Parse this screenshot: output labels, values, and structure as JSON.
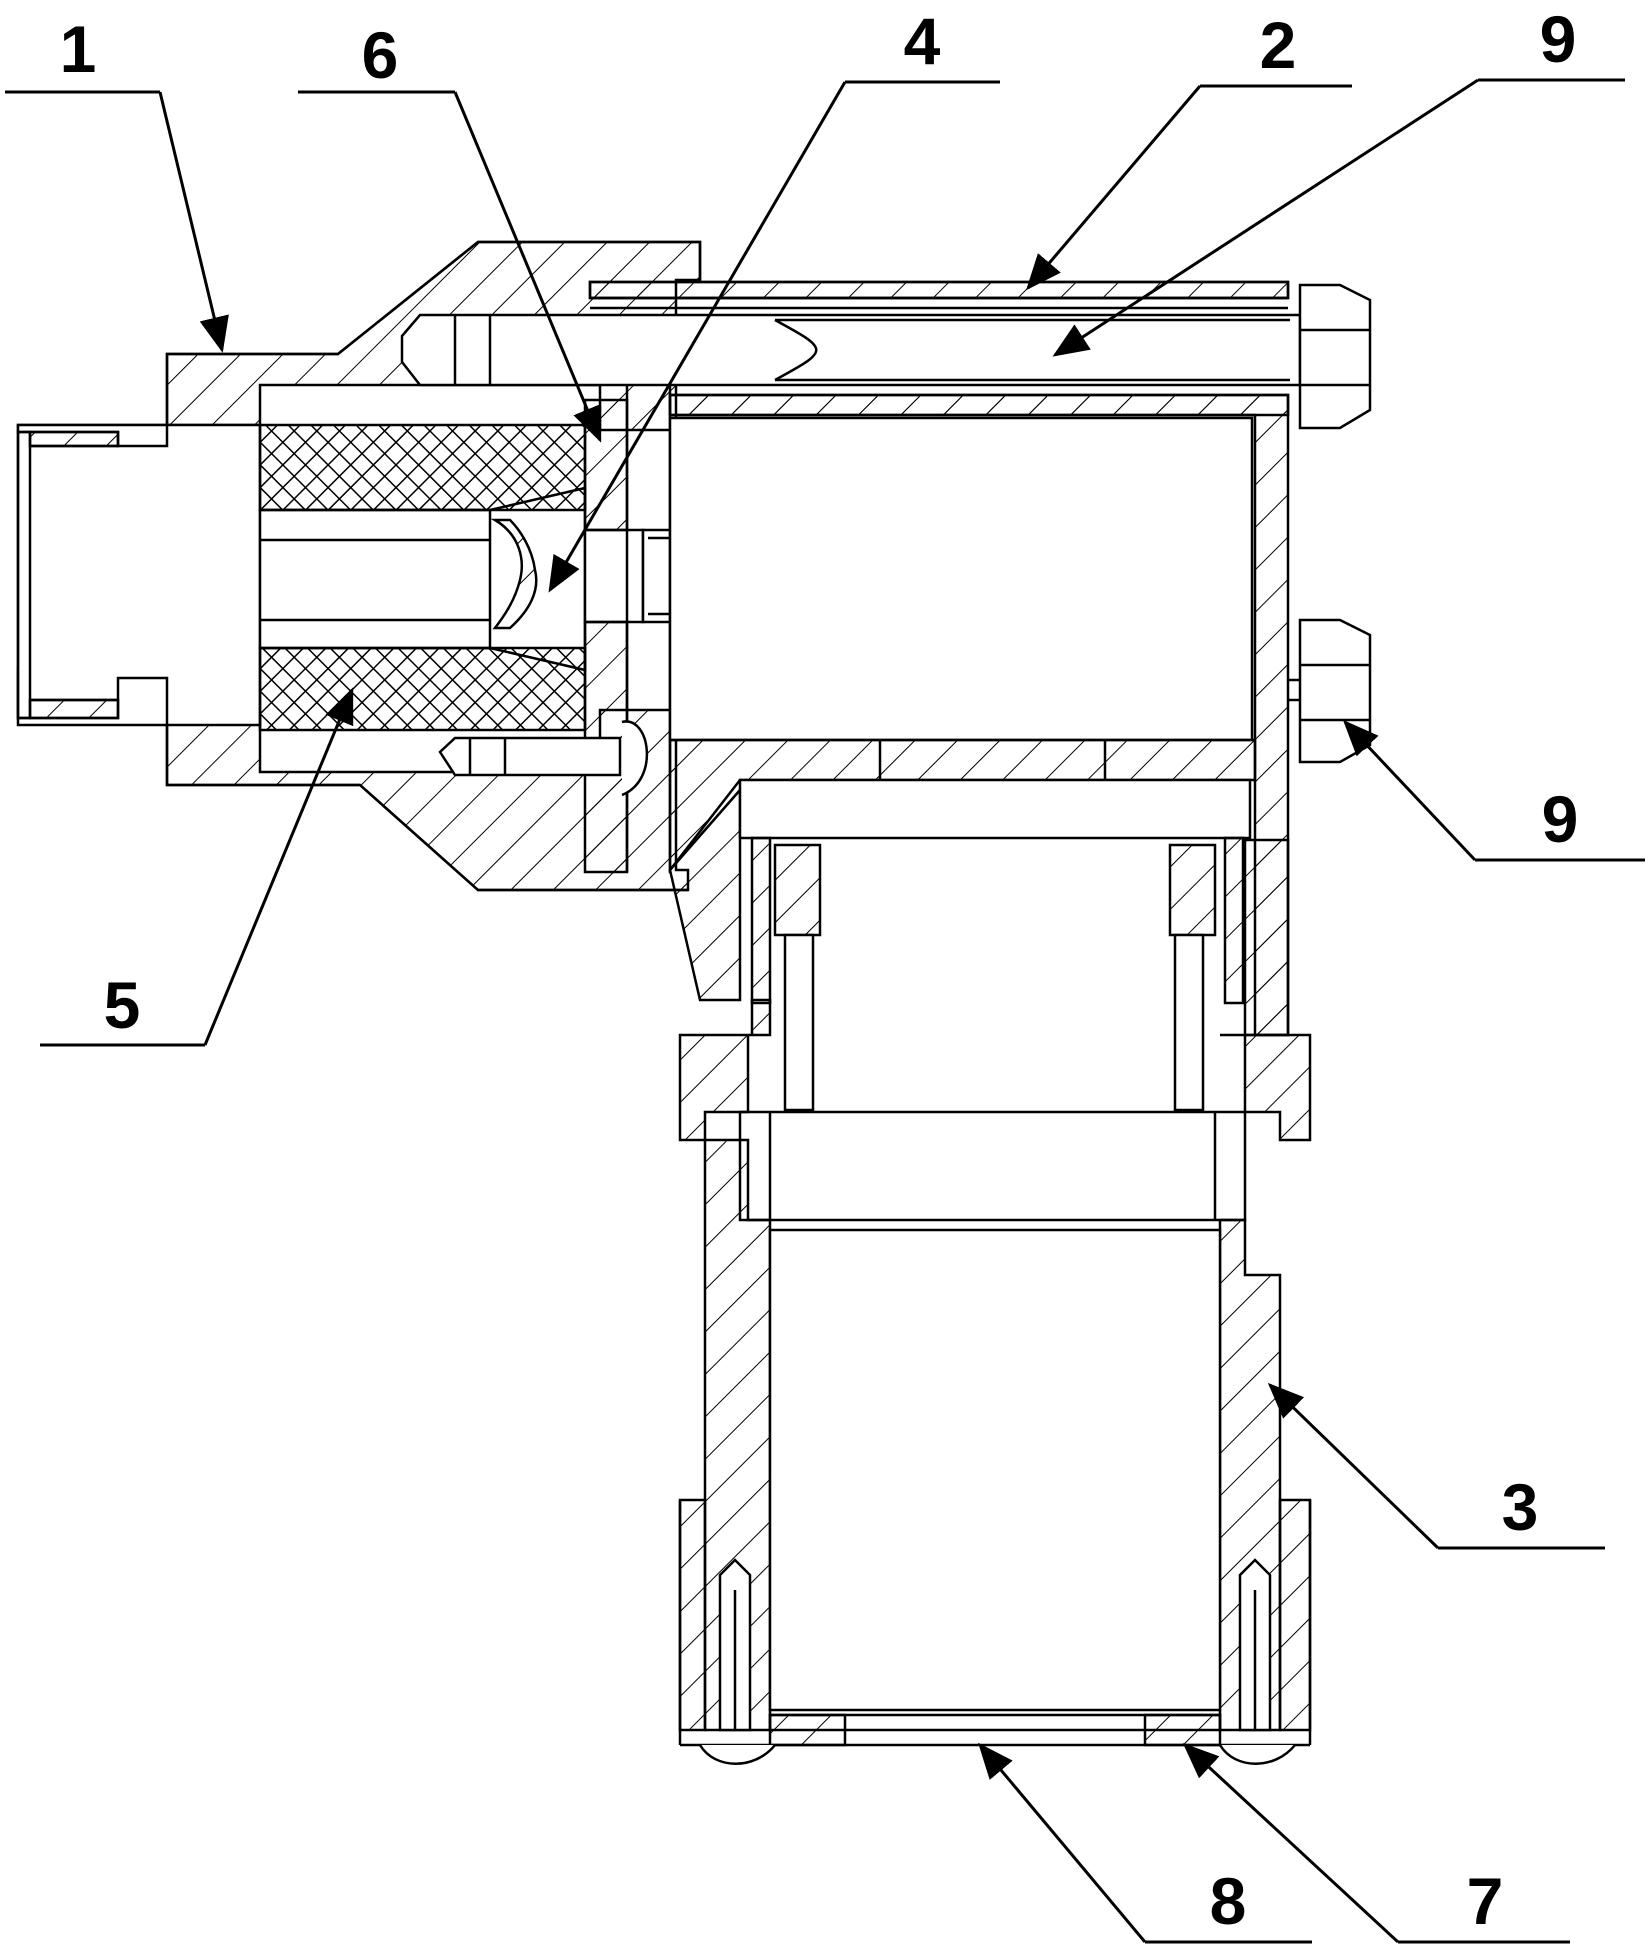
{
  "figure": {
    "labels": [
      {
        "id": "label-1",
        "text": "1"
      },
      {
        "id": "label-6",
        "text": "6"
      },
      {
        "id": "label-4",
        "text": "4"
      },
      {
        "id": "label-2",
        "text": "2"
      },
      {
        "id": "label-9-top",
        "text": "9"
      },
      {
        "id": "label-9-right",
        "text": "9"
      },
      {
        "id": "label-5",
        "text": "5"
      },
      {
        "id": "label-3",
        "text": "3"
      },
      {
        "id": "label-8",
        "text": "8"
      },
      {
        "id": "label-7",
        "text": "7"
      }
    ]
  }
}
